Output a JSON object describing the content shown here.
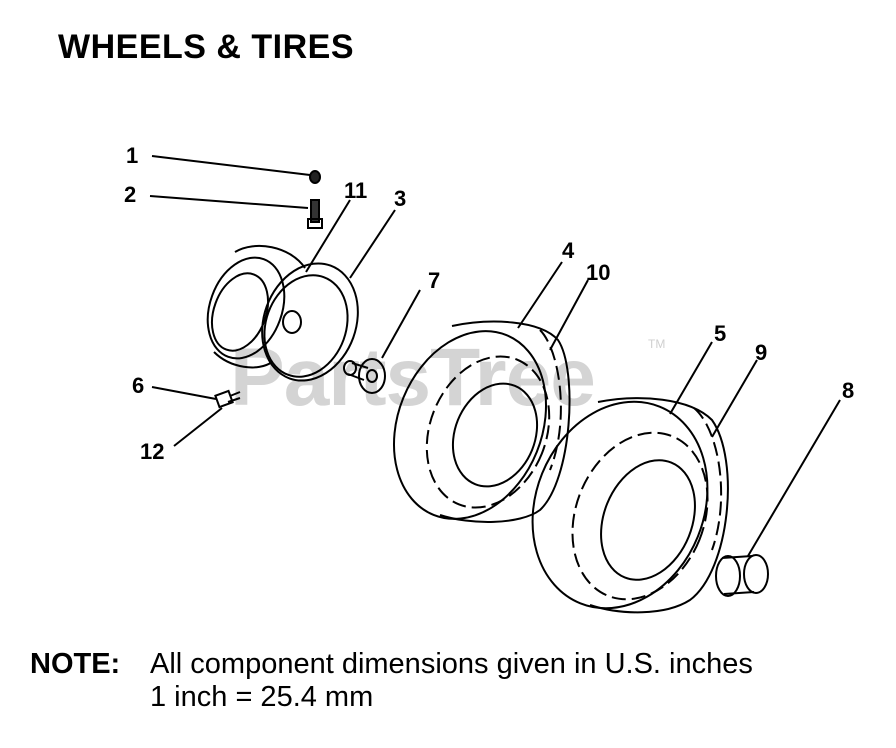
{
  "title": "WHEELS & TIRES",
  "watermark": {
    "text": "PartsTree",
    "tm": "TM"
  },
  "callouts": {
    "c1": "1",
    "c2": "2",
    "c3": "3",
    "c4": "4",
    "c5": "5",
    "c6": "6",
    "c7": "7",
    "c8": "8",
    "c9": "9",
    "c10": "10",
    "c11": "11",
    "c12": "12"
  },
  "note": {
    "label": "NOTE:",
    "line1": "All component dimensions given in U.S. inches",
    "line2": "1 inch = 25.4 mm"
  }
}
